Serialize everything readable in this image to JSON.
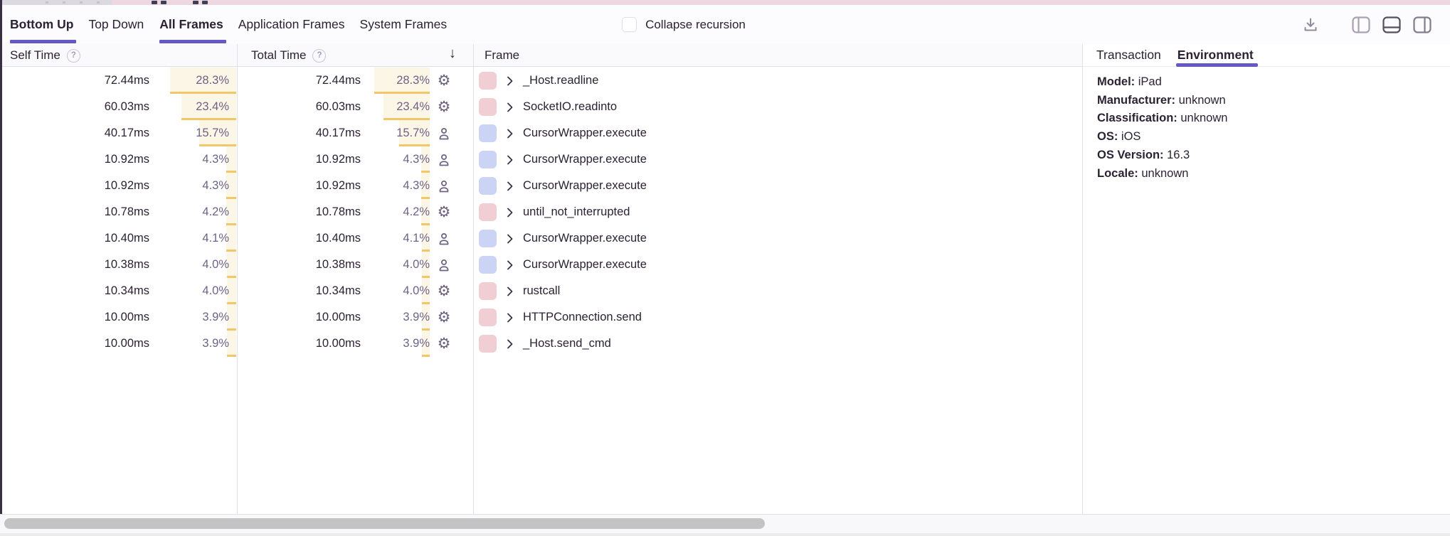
{
  "toolbar": {
    "view_tabs": [
      {
        "label": "Bottom Up",
        "active": true
      },
      {
        "label": "Top Down",
        "active": false
      }
    ],
    "frame_tabs": [
      {
        "label": "All Frames",
        "active": true
      },
      {
        "label": "Application Frames",
        "active": false
      },
      {
        "label": "System Frames",
        "active": false
      }
    ],
    "collapse_label": "Collapse recursion",
    "collapse_checked": false,
    "icons": [
      "download-icon",
      "layout-left-icon",
      "layout-bottom-icon",
      "layout-right-icon"
    ],
    "active_layout": "layout-bottom"
  },
  "table": {
    "headers": {
      "self": "Self Time",
      "total": "Total Time",
      "frame": "Frame"
    },
    "sort": {
      "column": "total",
      "direction": "desc",
      "glyph": "↓"
    },
    "rows": [
      {
        "self_time": "72.44ms",
        "self_pct": "28.3%",
        "self_pct_value": 28.3,
        "total_time": "72.44ms",
        "total_pct": "28.3%",
        "total_pct_value": 28.3,
        "icon": "gear",
        "swatch": "pink",
        "frame": "_Host.readline"
      },
      {
        "self_time": "60.03ms",
        "self_pct": "23.4%",
        "self_pct_value": 23.4,
        "total_time": "60.03ms",
        "total_pct": "23.4%",
        "total_pct_value": 23.4,
        "icon": "gear",
        "swatch": "pink",
        "frame": "SocketIO.readinto"
      },
      {
        "self_time": "40.17ms",
        "self_pct": "15.7%",
        "self_pct_value": 15.7,
        "total_time": "40.17ms",
        "total_pct": "15.7%",
        "total_pct_value": 15.7,
        "icon": "user",
        "swatch": "blue",
        "frame": "CursorWrapper.execute"
      },
      {
        "self_time": "10.92ms",
        "self_pct": "4.3%",
        "self_pct_value": 4.3,
        "total_time": "10.92ms",
        "total_pct": "4.3%",
        "total_pct_value": 4.3,
        "icon": "user",
        "swatch": "blue",
        "frame": "CursorWrapper.execute"
      },
      {
        "self_time": "10.92ms",
        "self_pct": "4.3%",
        "self_pct_value": 4.3,
        "total_time": "10.92ms",
        "total_pct": "4.3%",
        "total_pct_value": 4.3,
        "icon": "user",
        "swatch": "blue",
        "frame": "CursorWrapper.execute"
      },
      {
        "self_time": "10.78ms",
        "self_pct": "4.2%",
        "self_pct_value": 4.2,
        "total_time": "10.78ms",
        "total_pct": "4.2%",
        "total_pct_value": 4.2,
        "icon": "gear",
        "swatch": "pink",
        "frame": "until_not_interrupted"
      },
      {
        "self_time": "10.40ms",
        "self_pct": "4.1%",
        "self_pct_value": 4.1,
        "total_time": "10.40ms",
        "total_pct": "4.1%",
        "total_pct_value": 4.1,
        "icon": "user",
        "swatch": "blue",
        "frame": "CursorWrapper.execute"
      },
      {
        "self_time": "10.38ms",
        "self_pct": "4.0%",
        "self_pct_value": 4.0,
        "total_time": "10.38ms",
        "total_pct": "4.0%",
        "total_pct_value": 4.0,
        "icon": "user",
        "swatch": "blue",
        "frame": "CursorWrapper.execute"
      },
      {
        "self_time": "10.34ms",
        "self_pct": "4.0%",
        "self_pct_value": 4.0,
        "total_time": "10.34ms",
        "total_pct": "4.0%",
        "total_pct_value": 4.0,
        "icon": "gear",
        "swatch": "pink",
        "frame": "rustcall"
      },
      {
        "self_time": "10.00ms",
        "self_pct": "3.9%",
        "self_pct_value": 3.9,
        "total_time": "10.00ms",
        "total_pct": "3.9%",
        "total_pct_value": 3.9,
        "icon": "gear",
        "swatch": "pink",
        "frame": "HTTPConnection.send"
      },
      {
        "self_time": "10.00ms",
        "self_pct": "3.9%",
        "self_pct_value": 3.9,
        "total_time": "10.00ms",
        "total_pct": "3.9%",
        "total_pct_value": 3.9,
        "icon": "gear",
        "swatch": "pink",
        "frame": "_Host.send_cmd"
      }
    ]
  },
  "details_panel": {
    "tabs": [
      {
        "label": "Transaction",
        "active": false
      },
      {
        "label": "Environment",
        "active": true
      }
    ],
    "environment": [
      {
        "label": "Model:",
        "value": "iPad"
      },
      {
        "label": "Manufacturer:",
        "value": "unknown"
      },
      {
        "label": "Classification:",
        "value": "unknown"
      },
      {
        "label": "OS:",
        "value": "iOS"
      },
      {
        "label": "OS Version:",
        "value": "16.3"
      },
      {
        "label": "Locale:",
        "value": "unknown"
      }
    ]
  },
  "colors": {
    "accent_purple": "#6559c5",
    "dark_text": "#2b2233",
    "muted_purple_text": "#6e6287",
    "bar_fill": "#fbf6e6",
    "bar_underline": "#f2c669",
    "system_frame_swatch": "#f0ced4",
    "application_frame_swatch": "#ccd4f5",
    "border": "#e4dfe9",
    "scroll_thumb": "#c3c3c3"
  }
}
